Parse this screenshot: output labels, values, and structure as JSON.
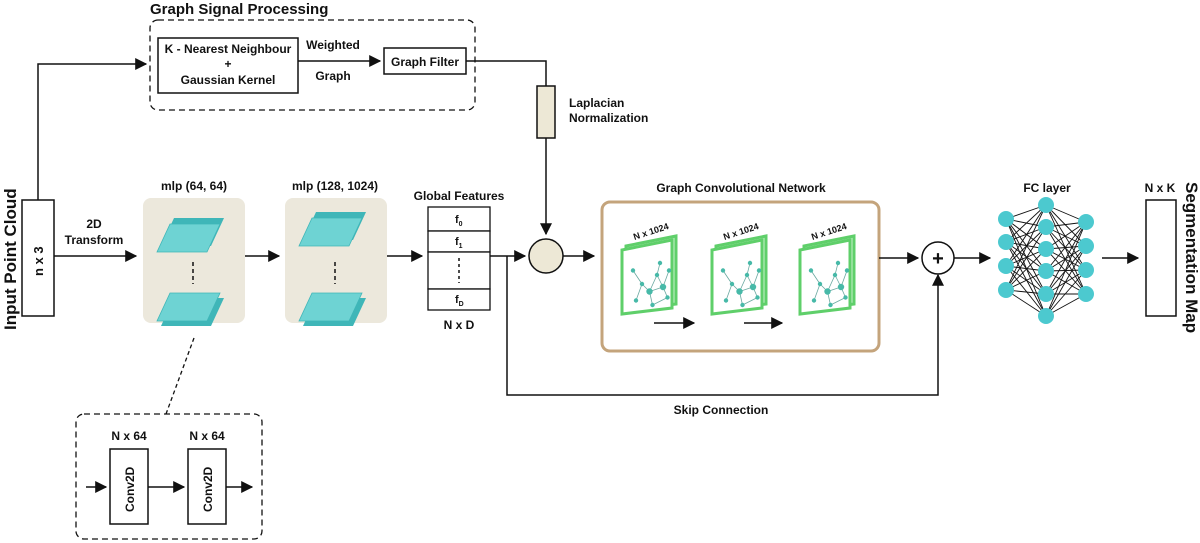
{
  "labels": {
    "input_point_cloud": "Input Point Cloud",
    "n_x_3": "n x 3",
    "graph_signal_processing": "Graph Signal Processing",
    "knn_line1": "K - Nearest Neighbour",
    "knn_plus": "+",
    "knn_line2": "Gaussian Kernel",
    "weighted": "Weighted",
    "graph": "Graph",
    "graph_filter": "Graph Filter",
    "laplacian_line1": "Laplacian",
    "laplacian_line2": "Normalization",
    "transform_line1": "2D",
    "transform_line2": "Transform",
    "mlp1": "mlp (64, 64)",
    "mlp2": "mlp (128, 1024)",
    "global_features": "Global Features",
    "f0": "f",
    "f0_sub": "0",
    "f1": "f",
    "f1_sub": "1",
    "fD": "f",
    "fD_sub": "D",
    "n_x_d": "N x D",
    "gcn_title": "Graph Convolutional Network",
    "gcn_card_label": "N x 1024",
    "fc_layer": "FC layer",
    "n_x_k": "N x K",
    "segmentation_map": "Segmentation Map",
    "skip_connection": "Skip Connection",
    "conv_n64_a": "N x 64",
    "conv_n64_b": "N x 64",
    "conv2d": "Conv2D",
    "plus_symbol": "+"
  },
  "colors": {
    "panel_beige": "#ece8dc",
    "plane_cyan": "#5ec8c8",
    "gcn_border": "#c4a47c",
    "gcn_green": "#5fcf6a",
    "node_teal": "#47b9a8",
    "fc_node": "#4cc9cf",
    "laplacian_fill": "#ede8d6"
  }
}
